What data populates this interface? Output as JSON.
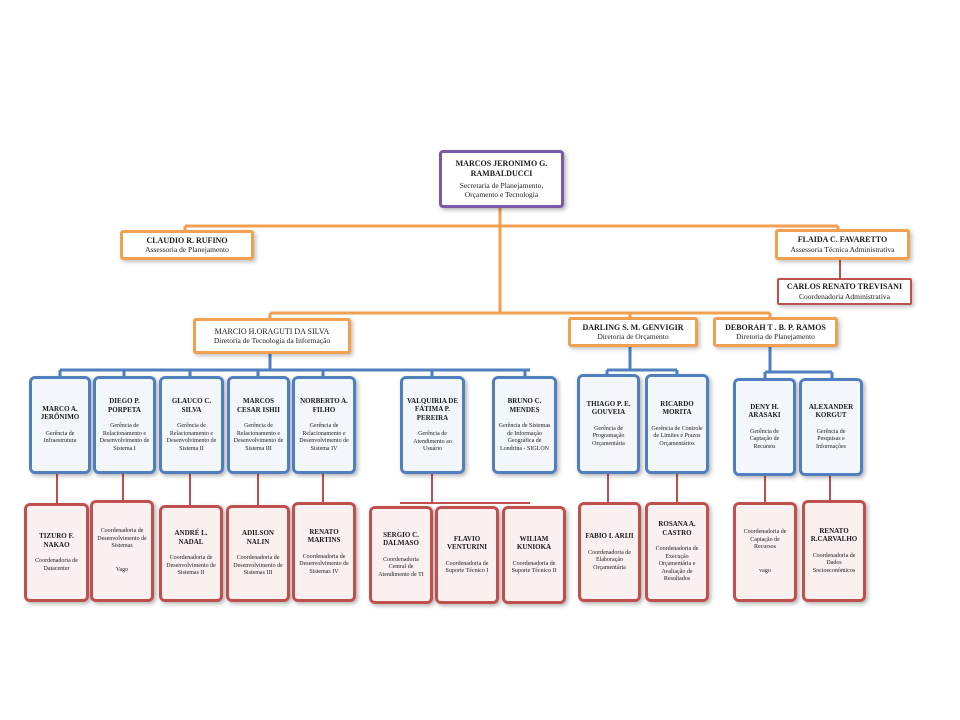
{
  "root": {
    "name": "MARCOS JERONIMO G. RAMBALDUCCI",
    "role": "Secretaria de Planejamento, Orçamento e Tecnologia"
  },
  "assessoria_left": {
    "name": "CLAUDIO R. RUFINO",
    "role": "Assessoria de Planejamento"
  },
  "assessoria_right": {
    "name": "FLAIDA C. FAVARETTO",
    "role": "Assessoria Técnica Administrativa"
  },
  "coord_admin": {
    "name": "CARLOS RENATO TREVISANI",
    "role": "Coordenadoria Administrativa"
  },
  "dir_ti": {
    "name": "MARCIO H.ORAGUTI DA SILVA",
    "role": "Diretoria de Tecnologia da Informação"
  },
  "dir_orc": {
    "name": "DARLING S. M. GENVIGIR",
    "role": "Diretoria de Orçamento"
  },
  "dir_plan": {
    "name": "DEBORAH T . B. P. RAMOS",
    "role": "Diretoria de Planejamento"
  },
  "gerencias": [
    {
      "name": "MARCO A. JERÔNIMO",
      "role": "Gerência de Infraestrutura"
    },
    {
      "name": "DIEGO P. PORPETA",
      "role": "Gerência de Relacionamento e Desenvolvimento de Sistema I"
    },
    {
      "name": "GLAUCO C. SILVA",
      "role": "Gerência de Relacionamento e Desenvolvimento de Sistema II"
    },
    {
      "name": "MARCOS CESAR ISHII",
      "role": "Gerência de Relacionamento e Desenvolvimento de Sistema III"
    },
    {
      "name": "NORBERTO A. FILHO",
      "role": "Gerência de Relacionamento e Desenvolvimento de Sistema IV"
    },
    {
      "name": "VALQUIRIA DE FÁTIMA P. PEREIRA",
      "role": "Gerência de Atendimento ao Usuário"
    },
    {
      "name": "BRUNO C. MENDES",
      "role": "Gerência de Sistemas de Informação Geográfica de Londrina - SIGLON"
    },
    {
      "name": "THIAGO P. E. GOUVEIA",
      "role": "Gerência de Programação Orçamentária"
    },
    {
      "name": "RICARDO MORITA",
      "role": "Gerência de Controle de Limites e Prazos Orçamentários"
    },
    {
      "name": "DENY H. ARASAKI",
      "role": "Gerência de Captação de Recursos"
    },
    {
      "name": "ALEXANDER KORGUT",
      "role": "Gerência de Pesquisas e Informações"
    }
  ],
  "coordenadorias": [
    {
      "name": "TIZURO F. NAKAO",
      "role": "Coordenadoria de Datacenter",
      "note": ""
    },
    {
      "name": "",
      "role": "Coordenadoria de Desenvolvimento de Sistemas",
      "note": "Vago"
    },
    {
      "name": "ANDRÉ L. NADAL",
      "role": "Coordenadoria de Desenvolvimento de Sistemas II",
      "note": ""
    },
    {
      "name": "ADILSON NALIN",
      "role": "Coordenadoria de Desenvolvimento de Sistemas III",
      "note": ""
    },
    {
      "name": "RENATO MARTINS",
      "role": "Coordenadoria de Desenvolvimento de Sistemas IV",
      "note": ""
    },
    {
      "name": "SERGIO C. DALMASO",
      "role": "Coordenadoria Central de Atendimento de TI",
      "note": ""
    },
    {
      "name": "FLAVIO VENTURINI",
      "role": "Coordenadoria de Suporte Técnico I",
      "note": ""
    },
    {
      "name": "WILIAM KUNIOKA",
      "role": "Coordenadoria de Suporte Técnico II",
      "note": ""
    },
    {
      "name": "FABIO I. ARIJI",
      "role": "Coordenadoria de Elaboração Orçamentária",
      "note": ""
    },
    {
      "name": "ROSANA A. CASTRO",
      "role": "Coordenadoria de Execução Orçamentária e Avaliação de Resultados",
      "note": ""
    },
    {
      "name": "",
      "role": "Coordenadoria de Captação de Recursos",
      "note": "vago"
    },
    {
      "name": "RENATO R.CARVALHO",
      "role": "Coordenadoria de Dados Socioeconômicos",
      "note": ""
    }
  ],
  "colors": {
    "root_border": "#7a5aa6",
    "orange": "#f0a050",
    "blue": "#4f7fbe",
    "red": "#c0504d"
  }
}
